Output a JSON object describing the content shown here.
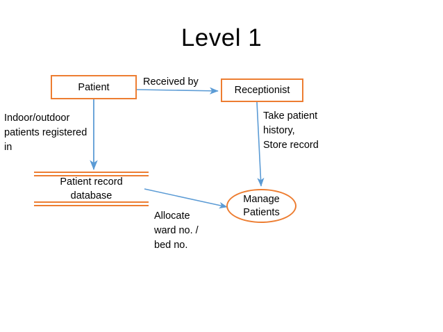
{
  "title": "Level 1",
  "colors": {
    "shape_stroke": "#ED7D31",
    "arrow_stroke": "#5B9BD5",
    "text": "#000000",
    "background": "#FFFFFF"
  },
  "nodes": {
    "patient": {
      "label": "Patient",
      "type": "external-entity"
    },
    "receptionist": {
      "label": "Receptionist",
      "type": "external-entity"
    },
    "datastore": {
      "label_line1": "Patient record",
      "label_line2": "database",
      "type": "data-store"
    },
    "process": {
      "label_line1": "Manage",
      "label_line2": "Patients",
      "type": "process"
    }
  },
  "flows": {
    "received_by": "Received by",
    "registered_in": "Indoor/outdoor\npatients registered\nin",
    "take_history": "Take patient\nhistory,\nStore record",
    "allocate_ward": "Allocate\nward no. /\nbed no."
  }
}
